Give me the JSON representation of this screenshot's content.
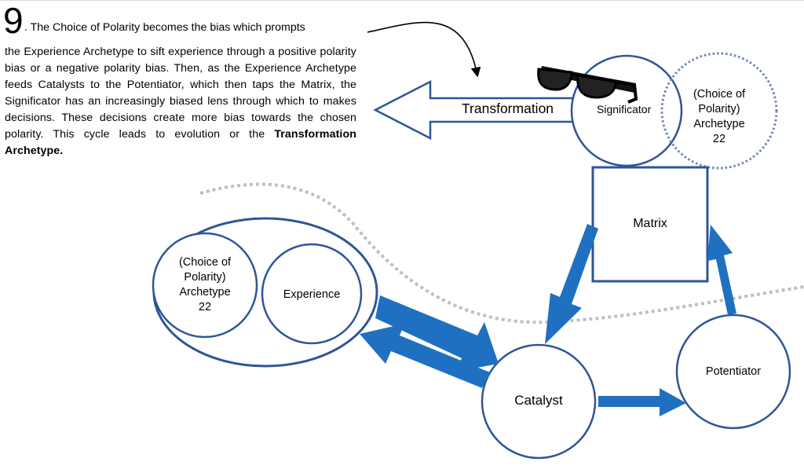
{
  "step_number": "9",
  "first_line": ". The Choice of Polarity becomes the bias which prompts",
  "paragraph_main": "the Experience Archetype to sift experience through a positive polarity bias or a negative polarity bias. Then, as the Experience Archetype feeds Catalysts to the Potentiator, which then taps the Matrix, the Significator has an increasingly biased lens through which to makes decisions. These decisions create more bias towards the chosen polarity. This cycle leads to evolution or the ",
  "paragraph_bold": "Transformation Archetype.",
  "diagram": {
    "transformation_label": "Transformation",
    "significator_label": "Significator",
    "choice_right_lines": [
      "(Choice of",
      "Polarity)",
      "Archetype",
      "22"
    ],
    "matrix_label": "Matrix",
    "choice_left_lines": [
      "(Choice of",
      "Polarity)",
      "Archetype",
      "22"
    ],
    "experience_label": "Experience",
    "catalyst_label": "Catalyst",
    "potentiator_label": "Potentiator"
  },
  "colors": {
    "outline": "#2f5597",
    "arrow": "#1f70c1",
    "dotted_curve": "#bfbfbf",
    "dotted_circle": "#6f86b5"
  }
}
